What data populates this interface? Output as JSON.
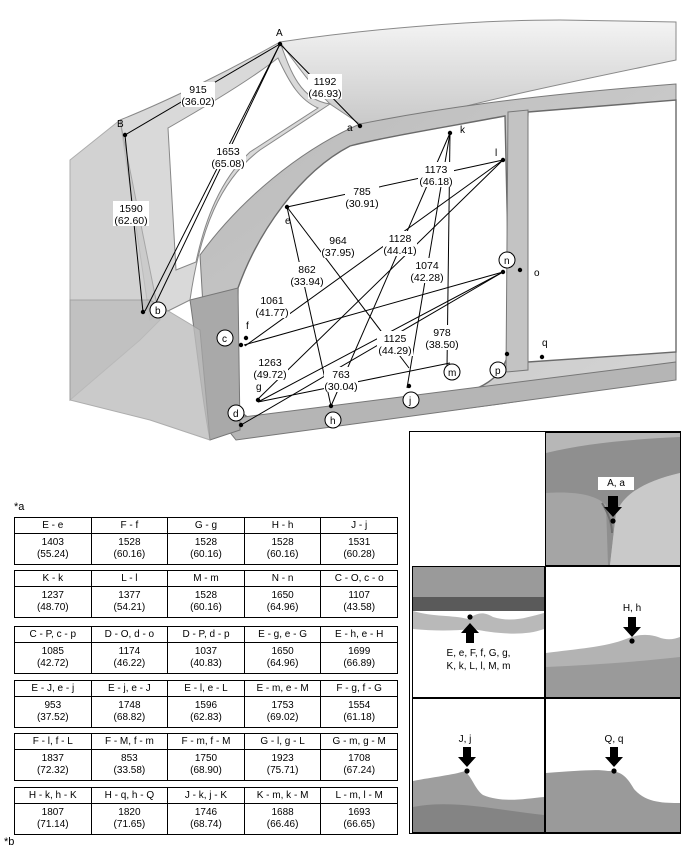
{
  "figure_notes": {
    "a": "*a",
    "b": "*b"
  },
  "point_labels": [
    "A",
    "B",
    "a",
    "b",
    "c",
    "d",
    "e",
    "f",
    "g",
    "h",
    "j",
    "k",
    "l",
    "m",
    "n",
    "o",
    "p",
    "q"
  ],
  "measurements": [
    {
      "v": "915",
      "i": "(36.02)"
    },
    {
      "v": "1192",
      "i": "(46.93)"
    },
    {
      "v": "1653",
      "i": "(65.08)"
    },
    {
      "v": "1590",
      "i": "(62.60)"
    },
    {
      "v": "785",
      "i": "(30.91)"
    },
    {
      "v": "1173",
      "i": "(46.18)"
    },
    {
      "v": "964",
      "i": "(37.95)"
    },
    {
      "v": "1128",
      "i": "(44.41)"
    },
    {
      "v": "862",
      "i": "(33.94)"
    },
    {
      "v": "1074",
      "i": "(42.28)"
    },
    {
      "v": "1061",
      "i": "(41.77)"
    },
    {
      "v": "978",
      "i": "(38.50)"
    },
    {
      "v": "1125",
      "i": "(44.29)"
    },
    {
      "v": "1263",
      "i": "(49.72)"
    },
    {
      "v": "763",
      "i": "(30.04)"
    }
  ],
  "tables": [
    [
      {
        "h": "E - e",
        "v": "1403",
        "i": "(55.24)"
      },
      {
        "h": "F - f",
        "v": "1528",
        "i": "(60.16)"
      },
      {
        "h": "G - g",
        "v": "1528",
        "i": "(60.16)"
      },
      {
        "h": "H - h",
        "v": "1528",
        "i": "(60.16)"
      },
      {
        "h": "J - j",
        "v": "1531",
        "i": "(60.28)"
      }
    ],
    [
      {
        "h": "K - k",
        "v": "1237",
        "i": "(48.70)"
      },
      {
        "h": "L - l",
        "v": "1377",
        "i": "(54.21)"
      },
      {
        "h": "M - m",
        "v": "1528",
        "i": "(60.16)"
      },
      {
        "h": "N - n",
        "v": "1650",
        "i": "(64.96)"
      },
      {
        "h": "C - O, c - o",
        "v": "1107",
        "i": "(43.58)"
      }
    ],
    [
      {
        "h": "C - P, c - p",
        "v": "1085",
        "i": "(42.72)"
      },
      {
        "h": "D - O, d - o",
        "v": "1174",
        "i": "(46.22)"
      },
      {
        "h": "D - P, d - p",
        "v": "1037",
        "i": "(40.83)"
      },
      {
        "h": "E - g, e - G",
        "v": "1650",
        "i": "(64.96)"
      },
      {
        "h": "E - h, e - H",
        "v": "1699",
        "i": "(66.89)"
      }
    ],
    [
      {
        "h": "E - J, e - j",
        "v": "953",
        "i": "(37.52)"
      },
      {
        "h": "E - j, e - J",
        "v": "1748",
        "i": "(68.82)"
      },
      {
        "h": "E - l, e - L",
        "v": "1596",
        "i": "(62.83)"
      },
      {
        "h": "E - m, e - M",
        "v": "1753",
        "i": "(69.02)"
      },
      {
        "h": "F - g, f - G",
        "v": "1554",
        "i": "(61.18)"
      }
    ],
    [
      {
        "h": "F - l, f - L",
        "v": "1837",
        "i": "(72.32)"
      },
      {
        "h": "F - M, f - m",
        "v": "853",
        "i": "(33.58)"
      },
      {
        "h": "F - m, f - M",
        "v": "1750",
        "i": "(68.90)"
      },
      {
        "h": "G - l, g - L",
        "v": "1923",
        "i": "(75.71)"
      },
      {
        "h": "G - m, g - M",
        "v": "1708",
        "i": "(67.24)"
      }
    ],
    [
      {
        "h": "H - k, h - K",
        "v": "1807",
        "i": "(71.14)"
      },
      {
        "h": "H - q, h - Q",
        "v": "1820",
        "i": "(71.65)"
      },
      {
        "h": "J - k, j - K",
        "v": "1746",
        "i": "(68.74)"
      },
      {
        "h": "K - m, k - M",
        "v": "1688",
        "i": "(66.46)"
      },
      {
        "h": "L - m, l - M",
        "v": "1693",
        "i": "(66.65)"
      }
    ]
  ],
  "details": {
    "aa": "A, a",
    "generic": [
      "E, e, F, f, G, g,",
      "K, k, L, l, M, m"
    ],
    "hh": "H, h",
    "jj": "J, j",
    "qq": "Q, q"
  }
}
